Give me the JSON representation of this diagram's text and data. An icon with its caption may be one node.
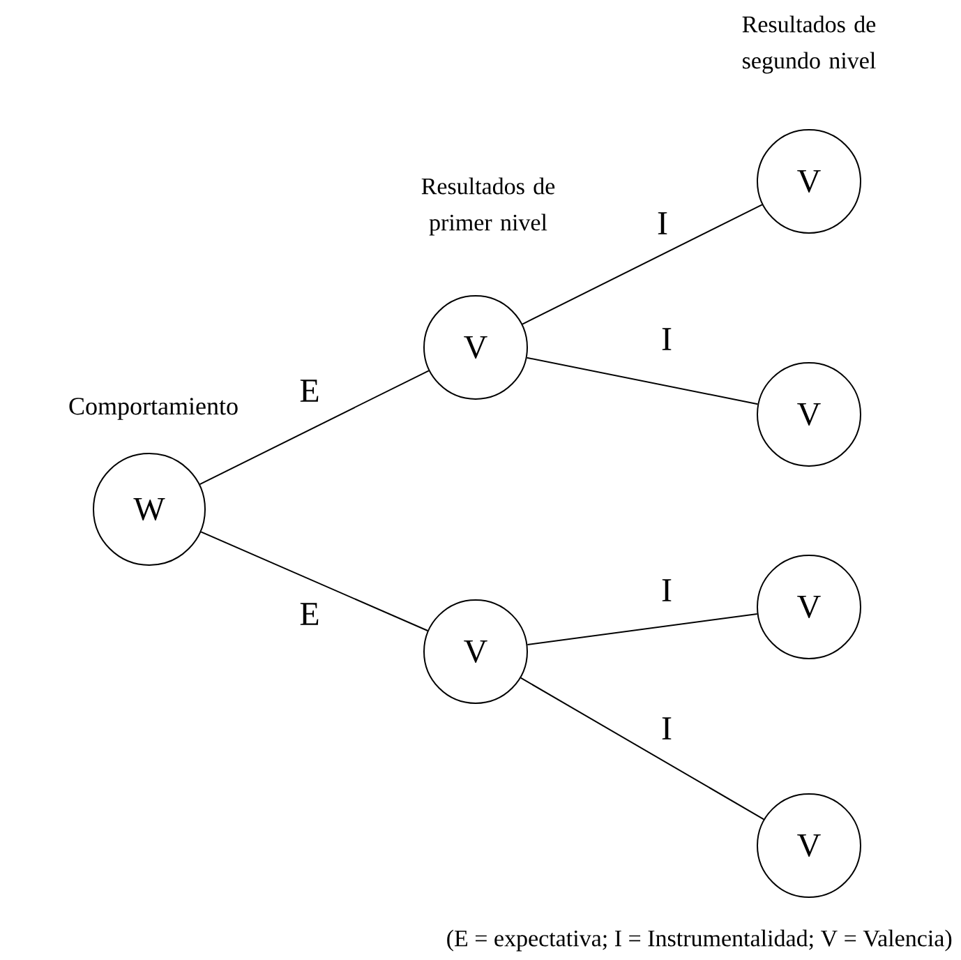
{
  "diagram": {
    "caption": "(E = expectativa; I = Instrumentalidad; V = Valencia)",
    "nodes": [
      {
        "text": [
          "W"
        ],
        "beside": [
          "Comportamiento"
        ]
      },
      {
        "text": [
          "V"
        ]
      },
      {
        "text": [
          "V"
        ]
      },
      {
        "text": [
          "V"
        ]
      },
      {
        "text": [
          "V"
        ]
      },
      {
        "text": [
          "V"
        ]
      },
      {
        "text": [
          "V"
        ]
      }
    ],
    "edges": [
      {
        "from": 0,
        "to": 1,
        "arrow": "none",
        "label": "E"
      },
      {
        "from": 0,
        "to": 2,
        "arrow": "none",
        "label": "E"
      },
      {
        "from": 1,
        "to": 3,
        "arrow": "none",
        "label": "I"
      },
      {
        "from": 1,
        "to": 4,
        "arrow": "none",
        "label": "I"
      },
      {
        "from": 2,
        "to": 5,
        "arrow": "none",
        "label": "I"
      },
      {
        "from": 2,
        "to": 6,
        "arrow": "none",
        "label": "I"
      }
    ],
    "labels": [
      "Resultados de segundo nivel",
      "Resultados de primer nivel"
    ]
  }
}
